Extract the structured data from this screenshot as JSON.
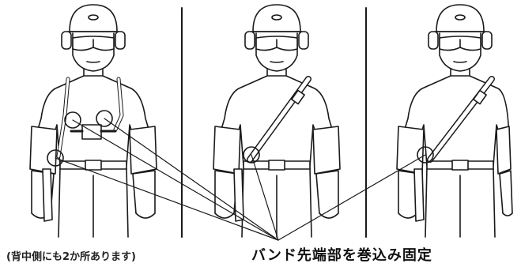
{
  "captions": {
    "back_note": "(背中側にも2か所あります)",
    "main": "バンド先端部を巻込み固定"
  },
  "colors": {
    "line": "#1a1a1a",
    "background": "#ffffff"
  },
  "figures": [
    {
      "id": "full-harness"
    },
    {
      "id": "shoulder-strap-center"
    },
    {
      "id": "shoulder-strap-right"
    }
  ]
}
